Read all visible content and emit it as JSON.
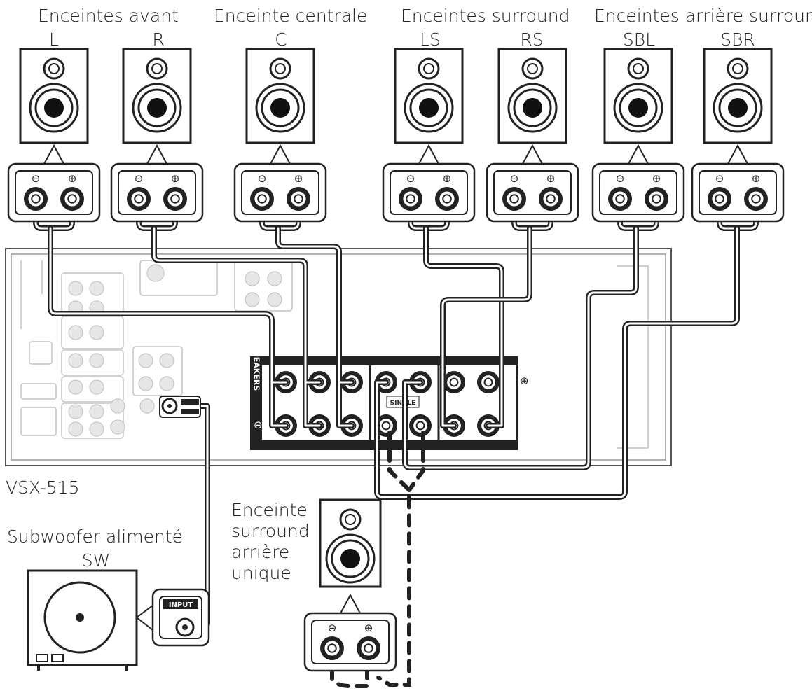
{
  "groups": {
    "front": "Enceintes avant",
    "center": "Enceinte centrale",
    "surround": "Enceintes surround",
    "surround_back": "Enceintes arrière surround"
  },
  "channels": {
    "L": "L",
    "R": "R",
    "C": "C",
    "LS": "LS",
    "RS": "RS",
    "SBL": "SBL",
    "SBR": "SBR"
  },
  "receiver": {
    "model": "VSX-515",
    "panel_label": "SPEAKERS",
    "single_label": "SINGLE"
  },
  "subwoofer": {
    "title": "Subwoofer alimenté",
    "code": "SW",
    "input_label": "INPUT"
  },
  "single_speaker": {
    "line1": "Enceinte",
    "line2": "surround",
    "line3": "arrière",
    "line4": "unique"
  },
  "terminal_symbols": {
    "minus": "⊖",
    "plus": "⊕"
  },
  "colors": {
    "line": "#222222",
    "cable_fill": "#ffffff",
    "panel": "#222222",
    "faint": "#bdbdbd"
  }
}
